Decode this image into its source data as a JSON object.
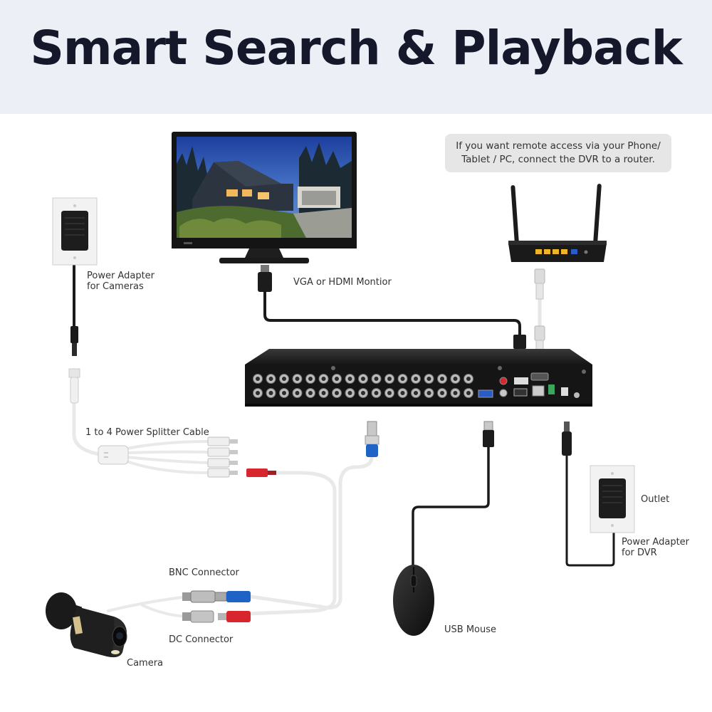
{
  "title": "Smart Search & Playback",
  "note": {
    "remote_access": "If you want remote access via your Phone/ Tablet / PC, connect the DVR to a router."
  },
  "labels": {
    "power_adapter_cameras_line1": "Power Adapter",
    "power_adapter_cameras_line2": "for Cameras",
    "vga_hdmi": "VGA or HDMI Montior",
    "splitter": "1 to 4 Power Splitter Cable",
    "bnc_connector": "BNC Connector",
    "dc_connector": "DC Connector",
    "camera": "Camera",
    "usb_mouse": "USB Mouse",
    "outlet": "Outlet",
    "power_adapter_dvr_line1": "Power Adapter",
    "power_adapter_dvr_line2": "for DVR"
  },
  "colors": {
    "header_bg": "#ecf0f6",
    "title": "#15182a",
    "cable_black": "#1a1a1a",
    "cable_white": "#e9e9e9",
    "lan_port": "#f0b429",
    "wan_port": "#2a5cc7",
    "bnc_blue": "#1f63c6",
    "dc_red": "#d8262e"
  },
  "icons": [
    "tv-icon",
    "router-icon",
    "dvr-icon",
    "camera-icon",
    "mouse-icon",
    "power-adapter-icon",
    "splitter-icon"
  ]
}
